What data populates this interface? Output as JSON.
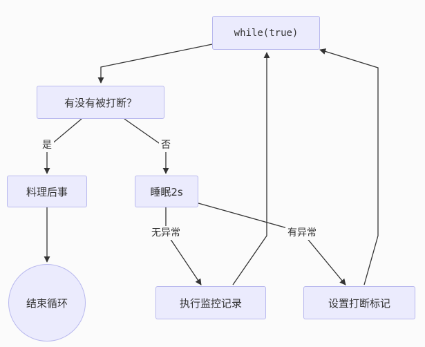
{
  "nodes": {
    "loop": "while(true)",
    "check_interrupt": "有没有被打断？",
    "cleanup": "料理后事",
    "sleep": "睡眠2s",
    "end": "结束循环",
    "monitor_log": "执行监控记录",
    "set_flag": "设置打断标记"
  },
  "edges": {
    "yes": "是",
    "no": "否",
    "no_exception": "无异常",
    "has_exception": "有异常"
  },
  "colors": {
    "node_fill": "#ebebfd",
    "node_border": "#b8b8ee",
    "edge": "#333333",
    "text": "#333333"
  }
}
